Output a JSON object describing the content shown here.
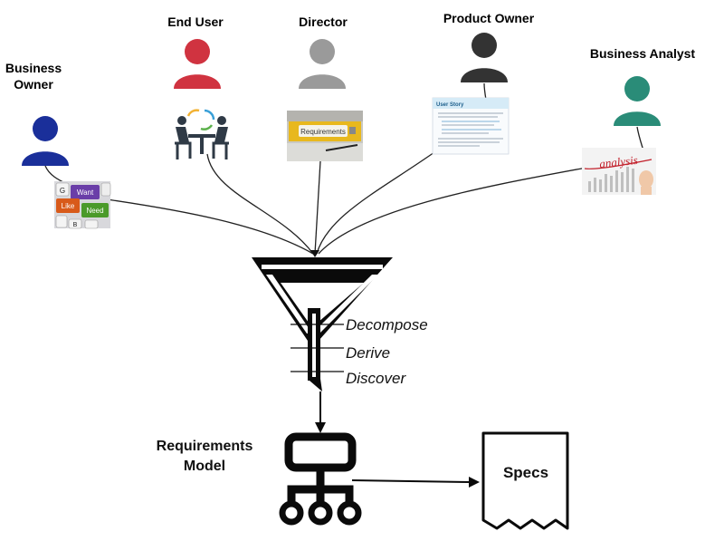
{
  "stakeholders": {
    "business_owner": {
      "line1": "Business",
      "line2": "Owner",
      "color": "#1a2f9a"
    },
    "end_user": {
      "label": "End User",
      "color": "#d03340"
    },
    "director": {
      "label": "Director",
      "color": "#9a9a9a"
    },
    "product_owner": {
      "label": "Product Owner",
      "color": "#333333"
    },
    "business_analyst": {
      "label": "Business Analyst",
      "color": "#2a8c78"
    }
  },
  "images": {
    "keyboard_keys": [
      "G",
      "Want",
      "Like",
      "Need",
      "B"
    ],
    "binder_label": "Requirements",
    "user_story_title": "User Story",
    "analysis_text": "analysis"
  },
  "funnel_steps": [
    "Decompose",
    "Derive",
    "Discover"
  ],
  "requirements_model": {
    "line1": "Requirements",
    "line2": "Model"
  },
  "specs": {
    "label": "Specs"
  }
}
